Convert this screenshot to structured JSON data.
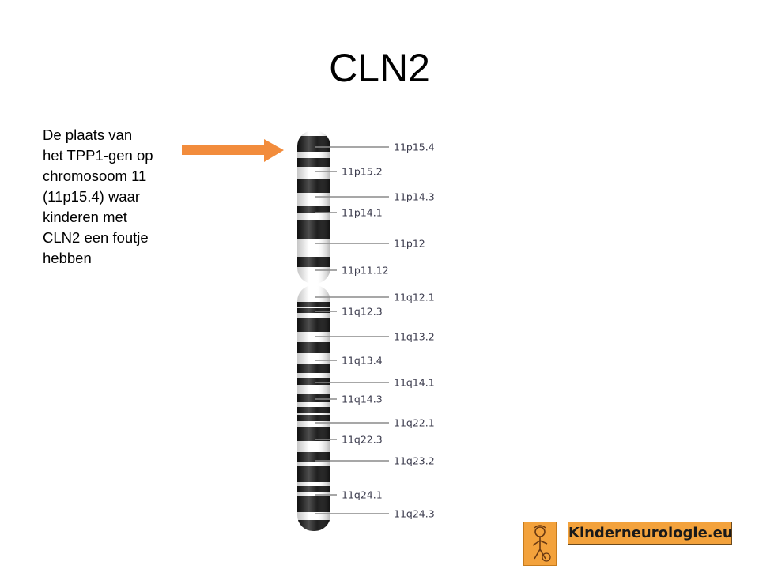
{
  "slide": {
    "title": "CLN2",
    "caption": "De plaats van\nhet TPP1-gen op\nchromosoom 11\n(11p15.4) waar\nkinderen met\nCLN2 een foutje\nhebben"
  },
  "chromosome": {
    "number": 11,
    "highlighted_band": "11p15.4",
    "labels": [
      {
        "text": "11p15.4",
        "side": "right"
      },
      {
        "text": "11p15.2",
        "side": "left"
      },
      {
        "text": "11p14.3",
        "side": "right"
      },
      {
        "text": "11p14.1",
        "side": "left"
      },
      {
        "text": "11p12",
        "side": "right"
      },
      {
        "text": "11p11.12",
        "side": "left"
      },
      {
        "text": "11q12.1",
        "side": "right"
      },
      {
        "text": "11q12.3",
        "side": "left"
      },
      {
        "text": "11q13.2",
        "side": "right"
      },
      {
        "text": "11q13.4",
        "side": "left"
      },
      {
        "text": "11q14.1",
        "side": "right"
      },
      {
        "text": "11q14.3",
        "side": "left"
      },
      {
        "text": "11q22.1",
        "side": "right"
      },
      {
        "text": "11q22.3",
        "side": "left"
      },
      {
        "text": "11q23.2",
        "side": "right"
      },
      {
        "text": "11q24.1",
        "side": "left"
      },
      {
        "text": "11q24.3",
        "side": "right"
      }
    ]
  },
  "colors": {
    "arrow": "#f28c3c",
    "band_dark": "#141414",
    "band_light": "#ffffff",
    "leader_line": "#8a8a8a",
    "logo_orange": "#f3a23c"
  },
  "logo": {
    "text": "Kinderneurologie.eu",
    "icon": "child-figure-icon"
  }
}
